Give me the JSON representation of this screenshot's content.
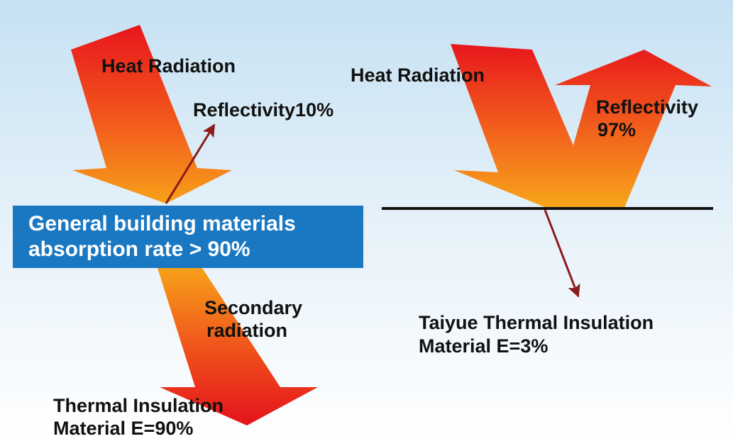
{
  "left_panel": {
    "heat_radiation": "Heat  Radiation",
    "reflectivity": "Reflectivity10%",
    "box_line1": "General building materials",
    "box_line2": "absorption rate > 90%",
    "secondary_line1": "Secondary",
    "secondary_line2": "radiation",
    "material_line1": "Thermal Insulation",
    "material_line2": "Material E=90%"
  },
  "right_panel": {
    "heat_radiation": "Heat  Radiation",
    "reflectivity_line1": "Reflectivity",
    "reflectivity_line2": "97%",
    "material_line1": "Taiyue Thermal Insulation",
    "material_line2": "Material E=3%"
  },
  "colors": {
    "box_blue": "#1a78c2",
    "arrow_red": "#e8161c",
    "arrow_orange": "#f7a11a",
    "thin_arrow": "#8b1a1a"
  }
}
